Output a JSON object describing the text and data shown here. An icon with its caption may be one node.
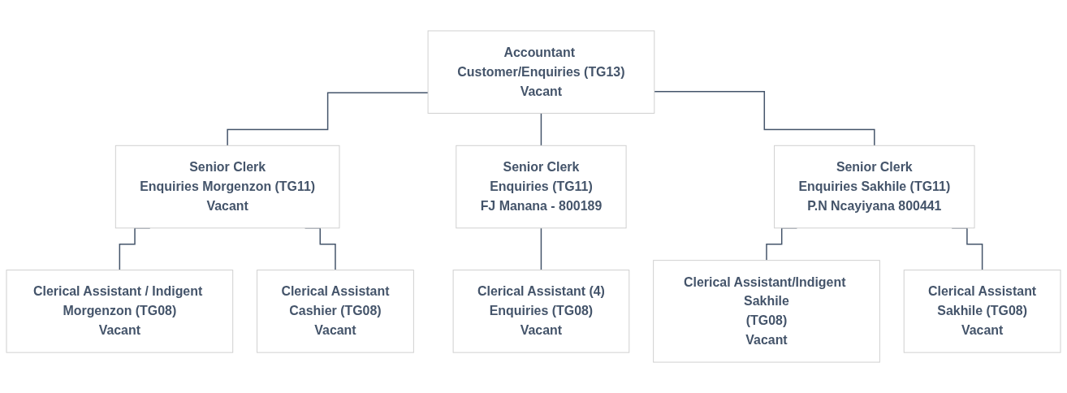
{
  "diagram": {
    "nodes": [
      {
        "text": [
          "Accountant Customer/Enquiries (TG13)",
          "Vacant"
        ]
      },
      {
        "text": [
          "Senior Clerk",
          "Enquiries Morgenzon (TG11)",
          "Vacant"
        ]
      },
      {
        "text": [
          "Senior Clerk",
          "Enquiries (TG11)",
          "FJ Manana - 800189"
        ]
      },
      {
        "text": [
          "Senior Clerk",
          "Enquiries Sakhile (TG11)",
          "P.N Ncayiyana 800441"
        ]
      },
      {
        "text": [
          "Clerical Assistant / Indigent Morgenzon (TG08)",
          "Vacant"
        ]
      },
      {
        "text": [
          "Clerical Assistant",
          "Cashier (TG08)",
          "Vacant"
        ]
      },
      {
        "text": [
          "Clerical Assistant (4)",
          "Enquiries (TG08)",
          "Vacant"
        ]
      },
      {
        "text": [
          "Clerical Assistant/Indigent Sakhile",
          "(TG08)",
          "Vacant"
        ]
      },
      {
        "text": [
          "Clerical Assistant",
          "Sakhile (TG08)",
          "Vacant"
        ]
      }
    ],
    "edges": [
      {
        "from": 0,
        "to": 1,
        "arrow": "none"
      },
      {
        "from": 0,
        "to": 2,
        "arrow": "none"
      },
      {
        "from": 0,
        "to": 3,
        "arrow": "none"
      },
      {
        "from": 1,
        "to": 4,
        "arrow": "none"
      },
      {
        "from": 1,
        "to": 5,
        "arrow": "none"
      },
      {
        "from": 2,
        "to": 6,
        "arrow": "none"
      },
      {
        "from": 3,
        "to": 7,
        "arrow": "none"
      },
      {
        "from": 3,
        "to": 8,
        "arrow": "none"
      }
    ]
  }
}
